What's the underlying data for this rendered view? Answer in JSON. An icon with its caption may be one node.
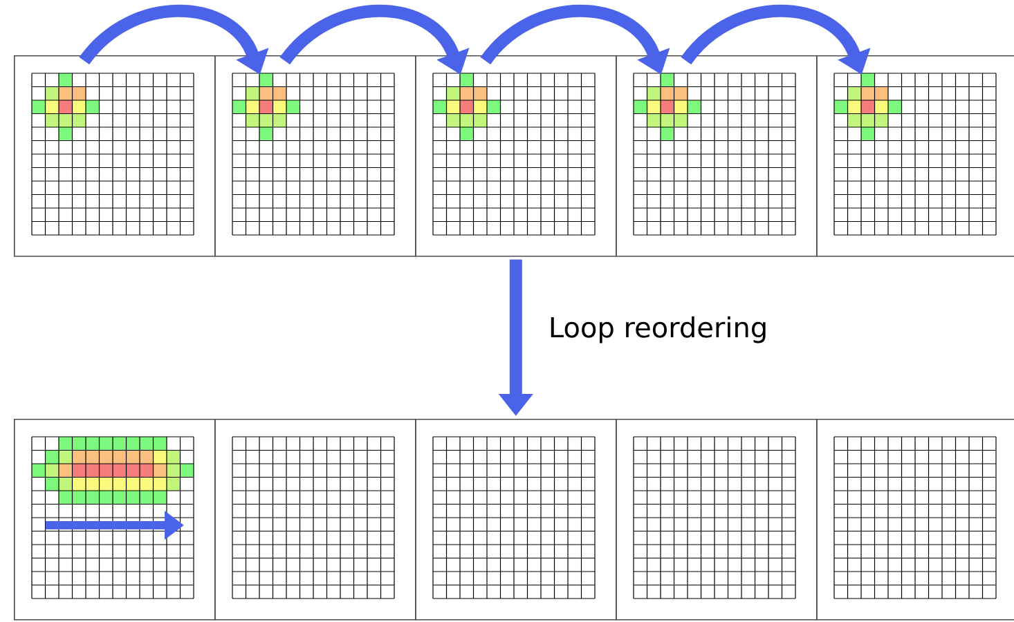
{
  "diagram": {
    "nodes": [
      {
        "text": [],
        "shape": "box"
      },
      {
        "text": [],
        "shape": "box"
      },
      {
        "text": [],
        "shape": "box"
      },
      {
        "text": [],
        "shape": "box"
      },
      {
        "text": [],
        "shape": "box"
      },
      {
        "text": [],
        "shape": "box"
      },
      {
        "text": [],
        "shape": "box"
      },
      {
        "text": [],
        "shape": "box"
      },
      {
        "text": [],
        "shape": "box"
      },
      {
        "text": [],
        "shape": "box"
      }
    ],
    "edges": [
      {
        "from": 0,
        "to": 1,
        "arrow": "to"
      },
      {
        "from": 1,
        "to": 2,
        "arrow": "to"
      },
      {
        "from": 2,
        "to": 3,
        "arrow": "to"
      },
      {
        "from": 3,
        "to": 4,
        "arrow": "to"
      },
      {
        "from": 2,
        "to": 7,
        "arrow": "to",
        "label": "Loop reordering"
      }
    ]
  }
}
